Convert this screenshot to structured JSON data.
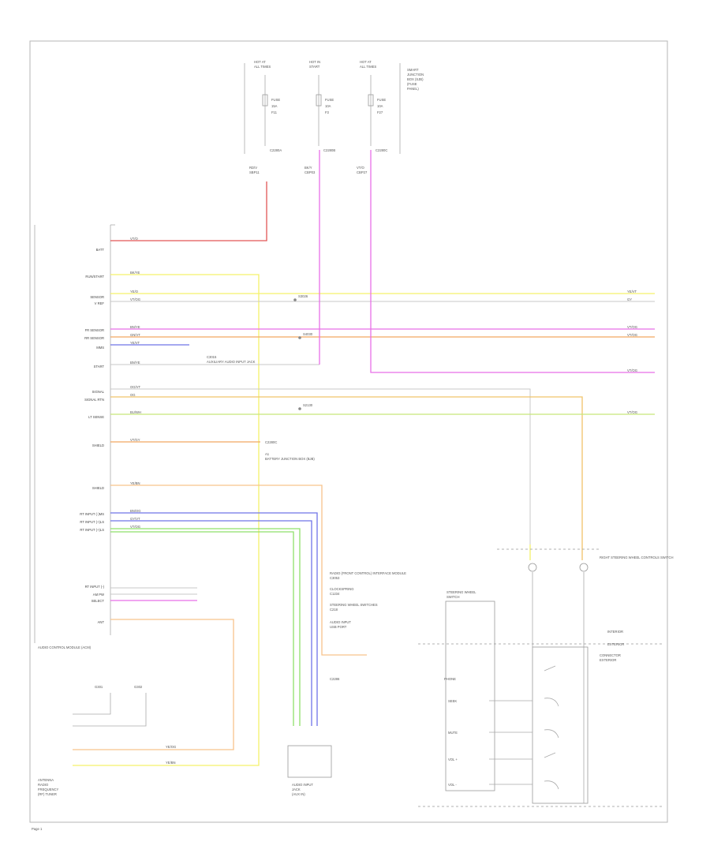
{
  "colors": {
    "red": "#e25656",
    "yellow": "#f5f26a",
    "pink": "#e86fe8",
    "orange": "#f2a862",
    "blue": "#6f74e8",
    "green": "#8fe06a",
    "grey": "#c8c8c8",
    "lightorange": "#f7c38c",
    "ltgreen": "#c8e87a",
    "gold": "#f0c46a"
  },
  "labels": {
    "fuse_top": [
      {
        "a": "HOT AT",
        "b": "ALL TIMES",
        "fuse": "FUSE",
        "amp": "15A",
        "num": "F11"
      },
      {
        "a": "HOT IN",
        "b": "START",
        "fuse": "FUSE",
        "amp": "10A",
        "num": "F3"
      },
      {
        "a": "HOT AT",
        "b": "ALL TIMES",
        "fuse": "FUSE",
        "amp": "10A",
        "num": "F27"
      }
    ],
    "fuse_panel": [
      "SMART",
      "JUNCTION",
      "BOX (SJB)",
      "(FUSE",
      "PANEL)"
    ],
    "conn_codes": [
      "C2280A",
      "C2280B",
      "C2280C"
    ],
    "wire_codes": [
      {
        "a": "RD/V",
        "b": "SBP11"
      },
      {
        "a": "BK/Y",
        "b": "CBP03"
      },
      {
        "a": "VT/O",
        "b": "CBP27"
      }
    ],
    "pins_left": [
      "BATT",
      "RUN/START",
      "SENSOR",
      "V REF",
      "FR SENSOR",
      "RR SENSOR",
      "MMS",
      "START",
      "SIGNAL",
      "SIGNAL RTN",
      "LT SENSE",
      "SHIELD",
      "SHIELD",
      "RT INPUT (-)MS",
      "RT INPUT (+)LS",
      "RT INPUT (+)LS",
      "RT INPUT (-)",
      "AM PW",
      "SELECT",
      "ANT"
    ],
    "wire_small": [
      "VT/O",
      "BK/YE",
      "YE/O",
      "VT/OG",
      "BN/YE",
      "GN/VT",
      "YE/VT",
      "BN/YE",
      "OG/VT",
      "OG",
      "BU/WH",
      "VT/GY",
      "YE/BN",
      "BN/OG",
      "GY/VT",
      "VT/OG"
    ],
    "right_edge": [
      "YE/VT",
      "GY",
      "VT/OG",
      "VT/OG",
      "VT/OG",
      "VT/OG"
    ],
    "splices": [
      "S3026",
      "S4030",
      "S2130"
    ],
    "notes": {
      "n1": "C2280C",
      "n2": "RADIO (FRONT CONTROL) INTERFACE MODULE",
      "n3": "C3053",
      "n4": "A1",
      "n5": "AUDIO CONTROL MODULE (ACM)",
      "n6": "AUXILIARY AUDIO INPUT JACK",
      "n7": "C3015",
      "n8": "BATTERY JUNCTION BOX (BJB)",
      "n9": "C1234",
      "n10": "CLOCKSPRING",
      "n11": "C218",
      "n12": "STEERING WHEEL SWITCHES",
      "n13": "C2286",
      "n14": "INTERIOR",
      "n15": "EXTERIOR",
      "n16": "RIGHT STEERING WHEEL CONTROLS SWITCH",
      "n17": "AUDIO INPUT",
      "n18": "USB PORT"
    },
    "bottom": {
      "g1": "G301",
      "g2": "G302",
      "w1": "YE/OG",
      "w2": "YE/BN",
      "caption1": "CONNECTOR",
      "caption2": "EXTERIOR",
      "module": [
        "ANTENNA",
        "RADIO",
        "FREQUENCY",
        "(RF) TUNER"
      ],
      "plug": [
        "AUDIO INPUT",
        "JACK",
        "(AUX IN)"
      ],
      "switch_title": [
        "STEERING WHEEL",
        "SWITCH"
      ],
      "switch_items": [
        "SEEK",
        "MUTE",
        "VOL +",
        "VOL -",
        "PHONE"
      ],
      "corner": "Page 1"
    }
  }
}
